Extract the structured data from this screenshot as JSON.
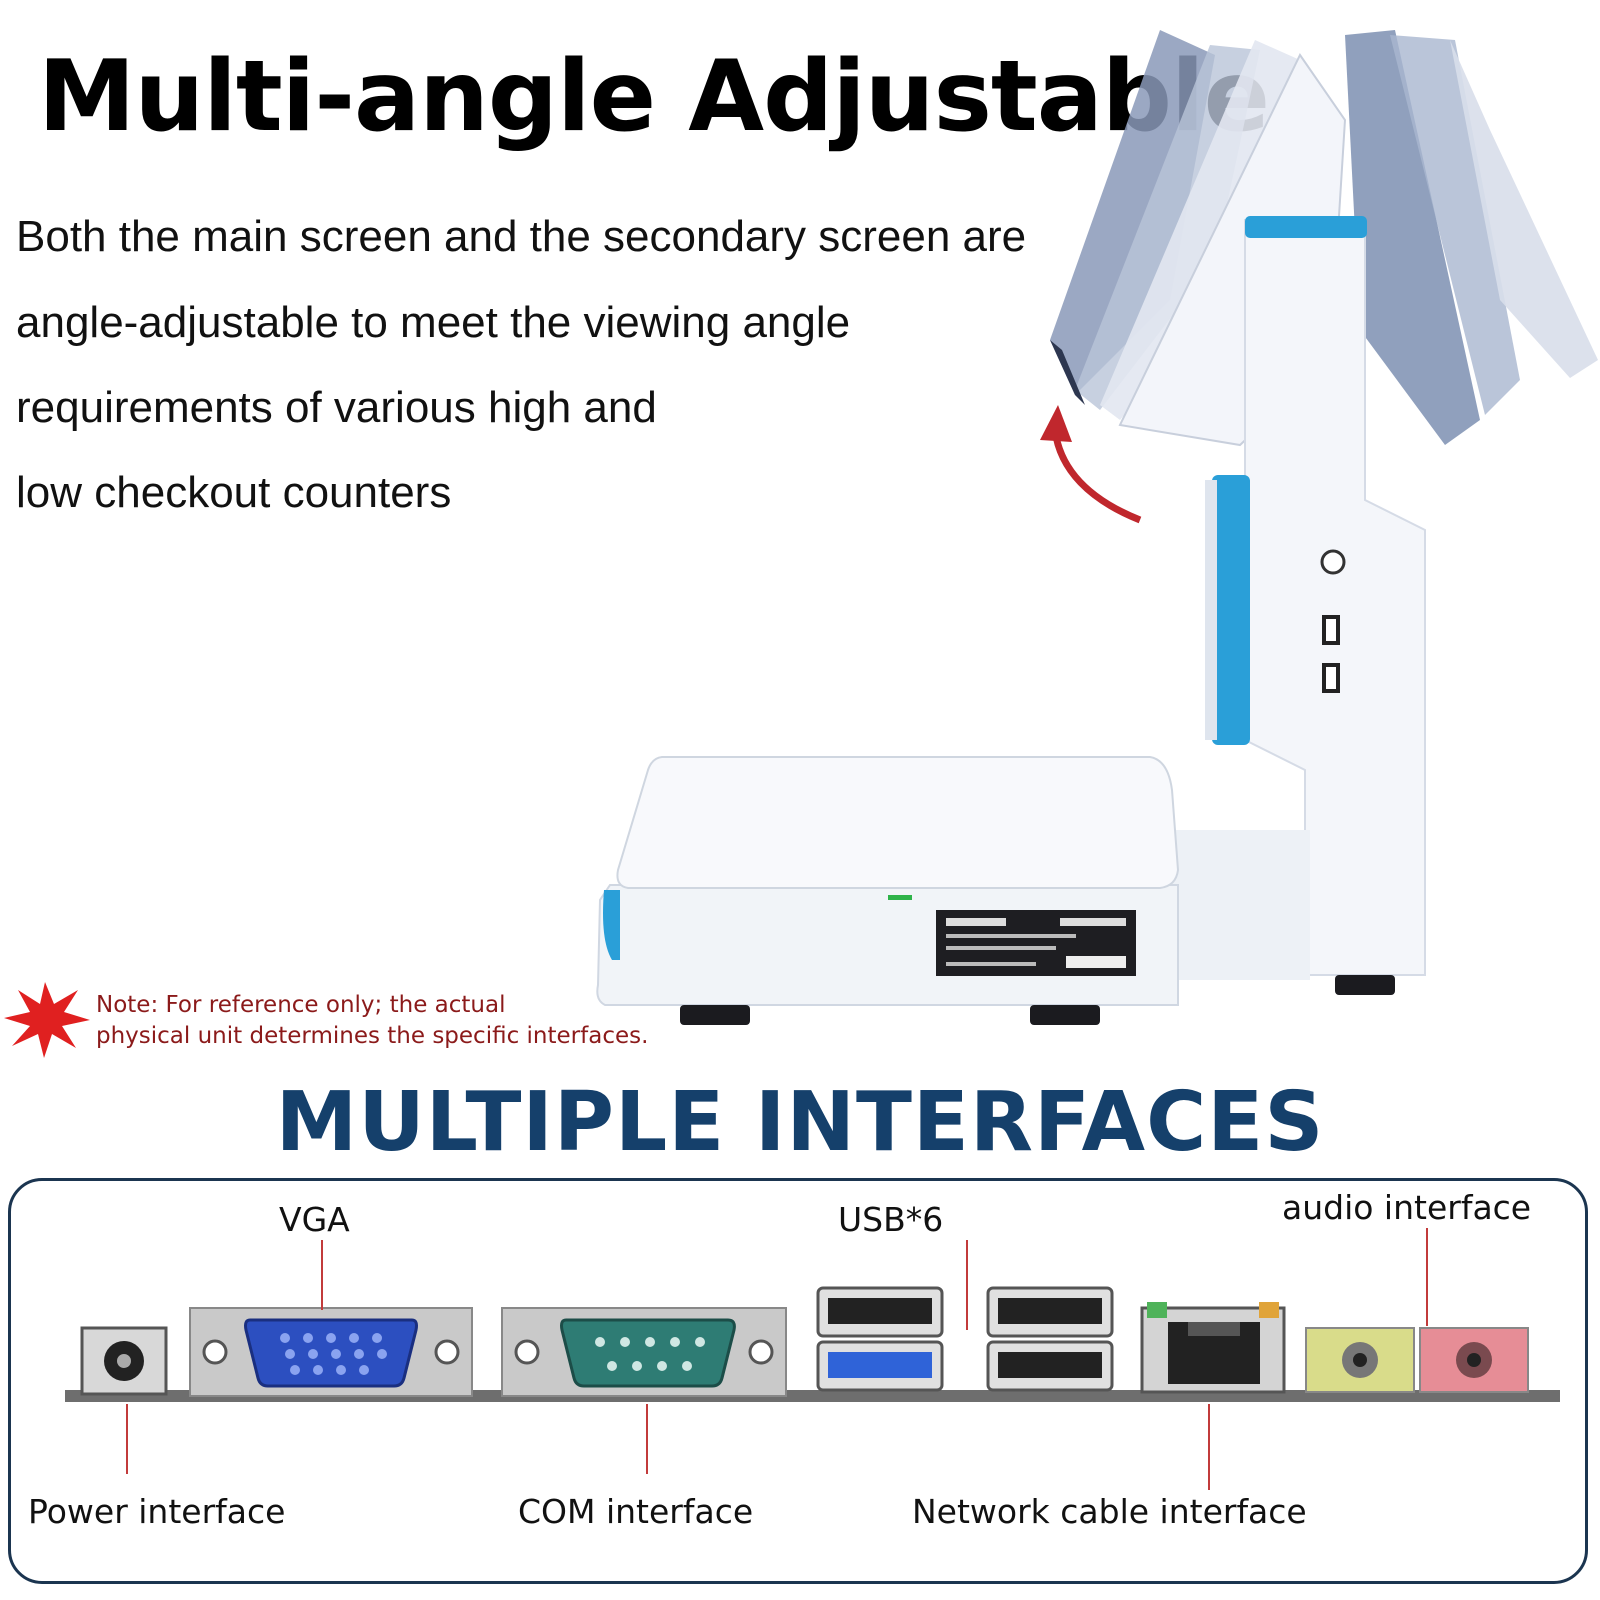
{
  "heading": "Multi-angle Adjustable",
  "description_lines": [
    "Both the main screen and the secondary screen are",
    "angle-adjustable to meet the viewing angle",
    "requirements of various high and",
    "low checkout counters"
  ],
  "note": {
    "line1": "Note: For reference only; the actual",
    "line2": "physical unit determines the specific interfaces."
  },
  "interfaces": {
    "title": "MULTIPLE INTERFACES",
    "labels": {
      "vga": "VGA",
      "usb": "USB*6",
      "audio": "audio interface",
      "power": "Power interface",
      "com": "COM interface",
      "network": "Network cable interface"
    }
  },
  "colors": {
    "title_blue": "#15406b",
    "note_red": "#8b1a1a",
    "leader_red": "#c23b3b",
    "device_accent": "#2a9fd8",
    "vga_blue": "#2c4fc0",
    "com_teal": "#2e7c74",
    "audio_green": "#d9dc8a",
    "audio_pink": "#e68d96"
  },
  "icons": [
    "burst-icon",
    "adjust-arrow-icon",
    "power-jack-icon",
    "vga-port-icon",
    "com-port-icon",
    "usb-port-icon",
    "ethernet-port-icon",
    "audio-jack-icon"
  ]
}
